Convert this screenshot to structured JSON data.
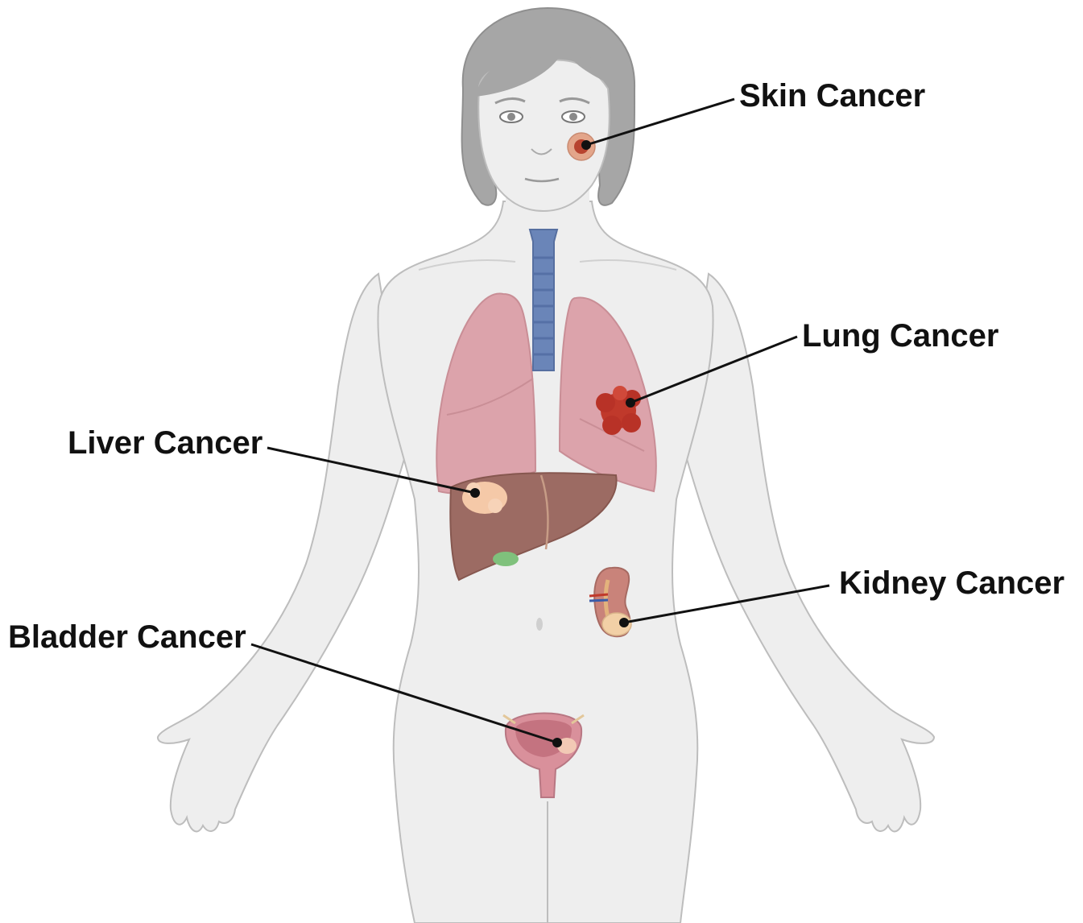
{
  "labels": {
    "skin": "Skin Cancer",
    "lung": "Lung Cancer",
    "liver": "Liver Cancer",
    "kidney": "Kidney Cancer",
    "bladder": "Bladder Cancer"
  },
  "colors": {
    "skin": "#eeeeee",
    "outline": "#bdbdbd",
    "hair": "#a6a6a6",
    "trachea": "#6a85b8",
    "lung": "#dca3ab",
    "lung_tumor": "#c0392b",
    "liver": "#9c6b63",
    "liver_tumor": "#f5c9a8",
    "gallbladder": "#7fc17c",
    "kidney": "#c9837a",
    "kidney_tumor": "#f2d0a6",
    "bladder": "#d9909b",
    "bladder_tumor": "#f2c9b5",
    "leader": "#111111"
  }
}
